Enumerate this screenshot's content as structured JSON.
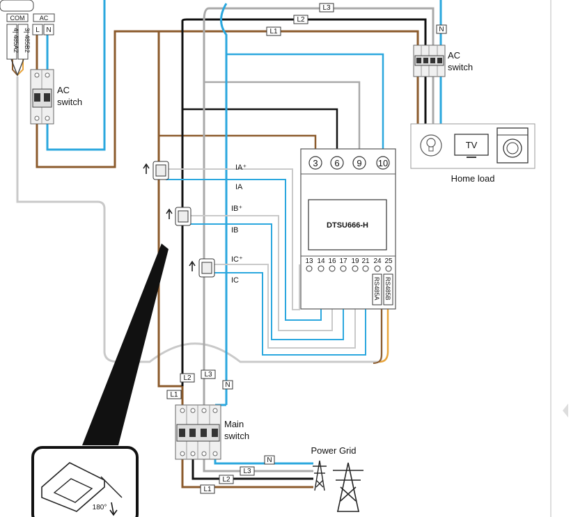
{
  "inverter": {
    "com_label": "COM",
    "ac_label": "AC",
    "terminal_l": "L",
    "terminal_n": "N",
    "pin_a": "4| 485A2",
    "pin_b": "3| 485B2"
  },
  "ac_switch_left": {
    "line1": "AC",
    "line2": "switch"
  },
  "ac_switch_right": {
    "line1": "AC",
    "line2": "switch"
  },
  "wire_tags": {
    "l1": "L1",
    "l2": "L2",
    "l3": "L3",
    "n": "N"
  },
  "meter": {
    "model": "DTSU666-H",
    "top_terminals": [
      "3",
      "6",
      "9",
      "10"
    ],
    "bottom_terminals": [
      "13",
      "14",
      "16",
      "17",
      "19",
      "21",
      "24",
      "25"
    ],
    "rs485a": "RS485A",
    "rs485b": "RS485B"
  },
  "ct_labels": [
    "IA⁺",
    "IA",
    "IB⁺",
    "IB",
    "IC⁺",
    "IC"
  ],
  "home_load": {
    "label": "Home load",
    "tv": "TV"
  },
  "main_switch": {
    "line1": "Main",
    "line2": "switch"
  },
  "power_grid": "Power Grid",
  "inset": {
    "angle": "180°"
  },
  "colors": {
    "l1_brown": "#8b5a2b",
    "l2_black": "#111111",
    "l3_gray": "#a9a9a9",
    "n_blue": "#2aa7de",
    "rs485_orange": "#e8a43a"
  }
}
